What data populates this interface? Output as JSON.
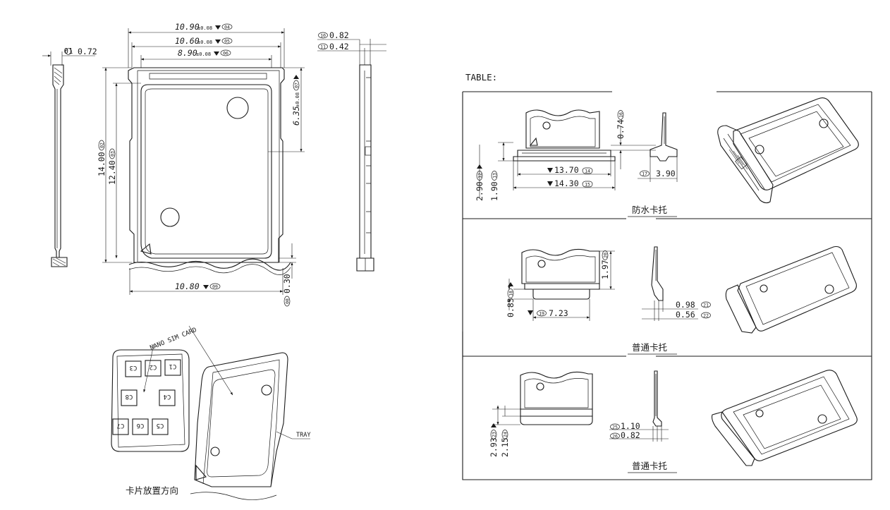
{
  "left_dimensions": {
    "d01": {
      "value": "0.72",
      "tag": "01"
    },
    "d02": {
      "value": "14.00",
      "tag": "02"
    },
    "d03": {
      "value": "12.40",
      "tag": "03"
    },
    "d04": {
      "value": "10.90",
      "tol": "±0.08",
      "tag": "04"
    },
    "d05": {
      "value": "10.60",
      "tol": "±0.08",
      "tag": "05"
    },
    "d06": {
      "value": "8.90",
      "tol": "±0.08",
      "tag": "06"
    },
    "d07": {
      "value": "6.35",
      "tol": "±0.08",
      "tag": "07"
    },
    "d08": {
      "value": "0.30",
      "tag": "08"
    },
    "d09": {
      "value": "10.80",
      "tag": "09"
    },
    "d10": {
      "value": "0.82",
      "tag": "10"
    },
    "d11": {
      "value": "0.42",
      "tag": "11"
    }
  },
  "sim": {
    "nano_label": "NANO SIM CARD",
    "tray_label": "TRAY",
    "contacts": [
      "C3",
      "C2",
      "C1",
      "C8",
      "C4",
      "C7",
      "C6",
      "C5"
    ],
    "caption": "卡片放置方向"
  },
  "table": {
    "title": "TABLE:",
    "row1": {
      "caption": "防水卡托",
      "d12": {
        "value": "2.90",
        "tag": "12"
      },
      "d13": {
        "value": "1.90",
        "tag": "13"
      },
      "d14": {
        "value": "13.70",
        "tag": "14"
      },
      "d15": {
        "value": "14.30",
        "tag": "15"
      },
      "d16": {
        "value": "0.74",
        "tag": "16"
      },
      "d17": {
        "value": "3.90",
        "tag": "17"
      }
    },
    "row2": {
      "caption": "普通卡托",
      "d18": {
        "value": "0.83",
        "tag": "18"
      },
      "d19": {
        "value": "7.23",
        "tag": "19"
      },
      "d20": {
        "value": "1.97",
        "tag": "20"
      },
      "d21": {
        "value": "0.98",
        "tag": "21"
      },
      "d22": {
        "value": "0.56",
        "tag": "22"
      }
    },
    "row3": {
      "caption": "普通卡托",
      "d23": {
        "value": "2.93",
        "tag": "23"
      },
      "d24": {
        "value": "2.15",
        "tag": "24"
      },
      "d25": {
        "value": "1.10",
        "tag": "25"
      },
      "d26": {
        "value": "0.82",
        "tag": "26"
      }
    }
  }
}
